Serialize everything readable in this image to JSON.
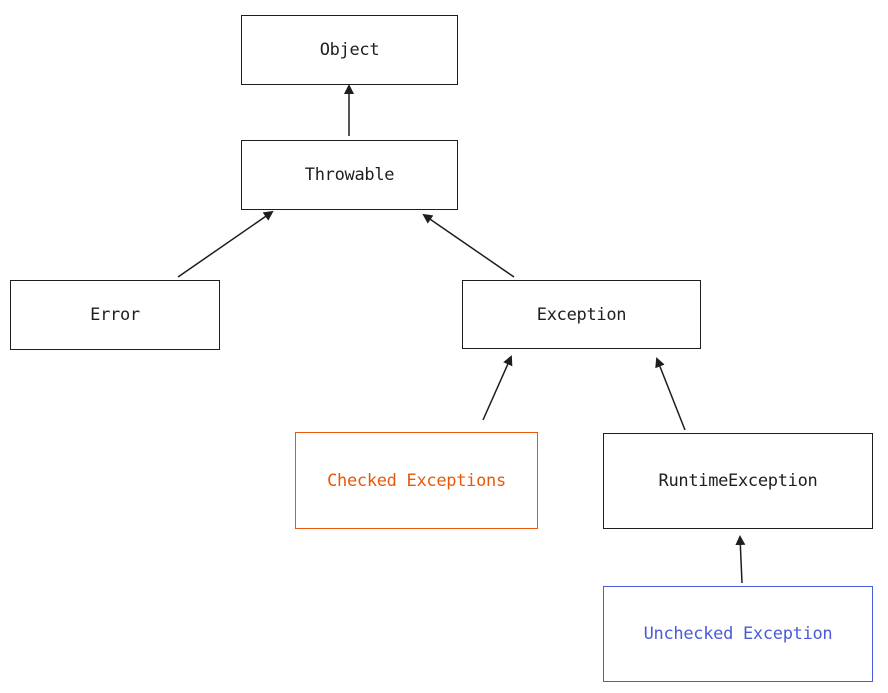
{
  "nodes": {
    "object": {
      "label": "Object"
    },
    "throwable": {
      "label": "Throwable"
    },
    "error": {
      "label": "Error"
    },
    "exception": {
      "label": "Exception"
    },
    "checked": {
      "label": "Checked Exceptions"
    },
    "runtime": {
      "label": "RuntimeException"
    },
    "unchecked": {
      "label": "Unchecked Exception"
    }
  },
  "edges": [
    {
      "from": "throwable",
      "to": "object"
    },
    {
      "from": "error",
      "to": "throwable"
    },
    {
      "from": "exception",
      "to": "throwable"
    },
    {
      "from": "checked",
      "to": "exception"
    },
    {
      "from": "runtime",
      "to": "exception"
    },
    {
      "from": "unchecked",
      "to": "runtime"
    }
  ],
  "colors": {
    "stroke": "#1e1e1e",
    "checked": "#e8590c",
    "unchecked": "#4a5bd9",
    "background": "#ffffff"
  }
}
